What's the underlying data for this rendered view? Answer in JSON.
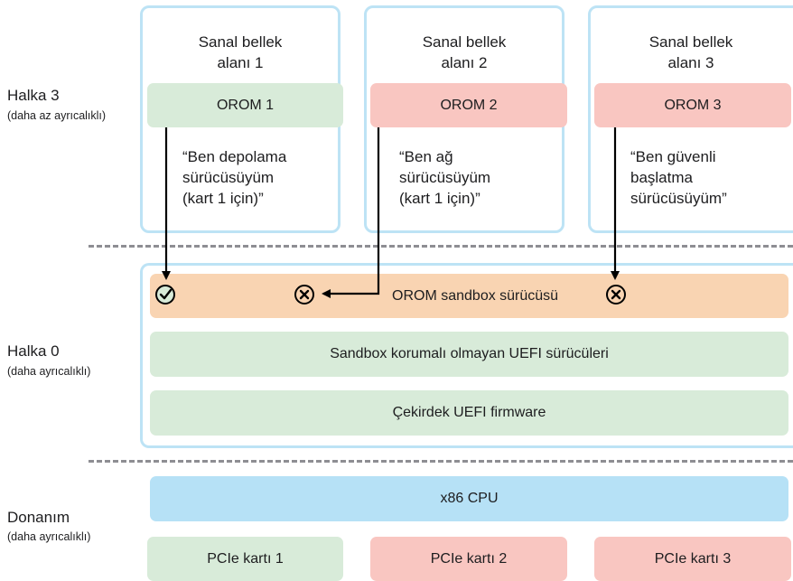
{
  "rings": {
    "ring3": {
      "label": "Halka 3",
      "sub": "(daha az ayrıcalıklı)"
    },
    "ring0": {
      "label": "Halka 0",
      "sub": "(daha ayrıcalıklı)"
    },
    "hardware": {
      "label": "Donanım",
      "sub": "(daha ayrıcalıklı)"
    }
  },
  "spaces": [
    {
      "title1": "Sanal bellek",
      "title2": "alanı 1",
      "orom": "OROM 1",
      "q1": "“Ben depolama",
      "q2": "sürücüsüyüm",
      "q3": "(kart 1 için)”"
    },
    {
      "title1": "Sanal bellek",
      "title2": "alanı 2",
      "orom": "OROM 2",
      "q1": "“Ben ağ",
      "q2": "sürücüsüyüm",
      "q3": "(kart 1 için)”"
    },
    {
      "title1": "Sanal bellek",
      "title2": "alanı 3",
      "orom": "OROM 3",
      "q1": "“Ben güvenli",
      "q2": "başlatma",
      "q3": "sürücüsüyüm”"
    }
  ],
  "ring0_layers": {
    "sandbox": "OROM sandbox sürücüsü",
    "non_sandboxed": "Sandbox korumalı olmayan UEFI sürücüleri",
    "core": "Çekirdek UEFI firmware"
  },
  "hardware": {
    "cpu": "x86 CPU",
    "cards": [
      "PCIe kartı 1",
      "PCIe kartı 2",
      "PCIe kartı 3"
    ]
  },
  "colors": {
    "allowed": "#d8ebd9",
    "denied": "#f9c6c1",
    "sandbox": "#f9d4b2",
    "cpu": "#b6e1f6",
    "space_border": "#bde3f5"
  },
  "icons": {
    "allowed": "check-circle-icon",
    "denied": "x-circle-icon"
  }
}
